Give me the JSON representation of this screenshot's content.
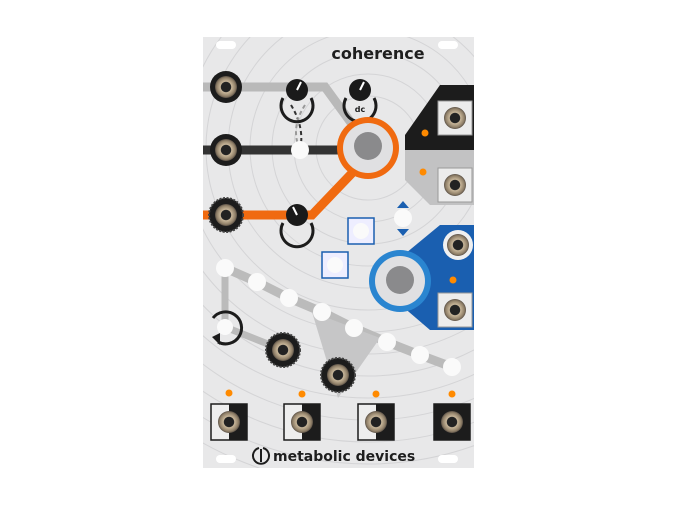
{
  "module": {
    "title": "coherence",
    "brand": "metabolic devices",
    "knob_label_dc": "dc"
  },
  "colors": {
    "panel": "#e8e8e9",
    "orange": "#f06a10",
    "blue": "#1a5fb0",
    "black": "#1c1c1c",
    "gray_trace": "#b9b9b9",
    "led": "#ff8a00"
  }
}
